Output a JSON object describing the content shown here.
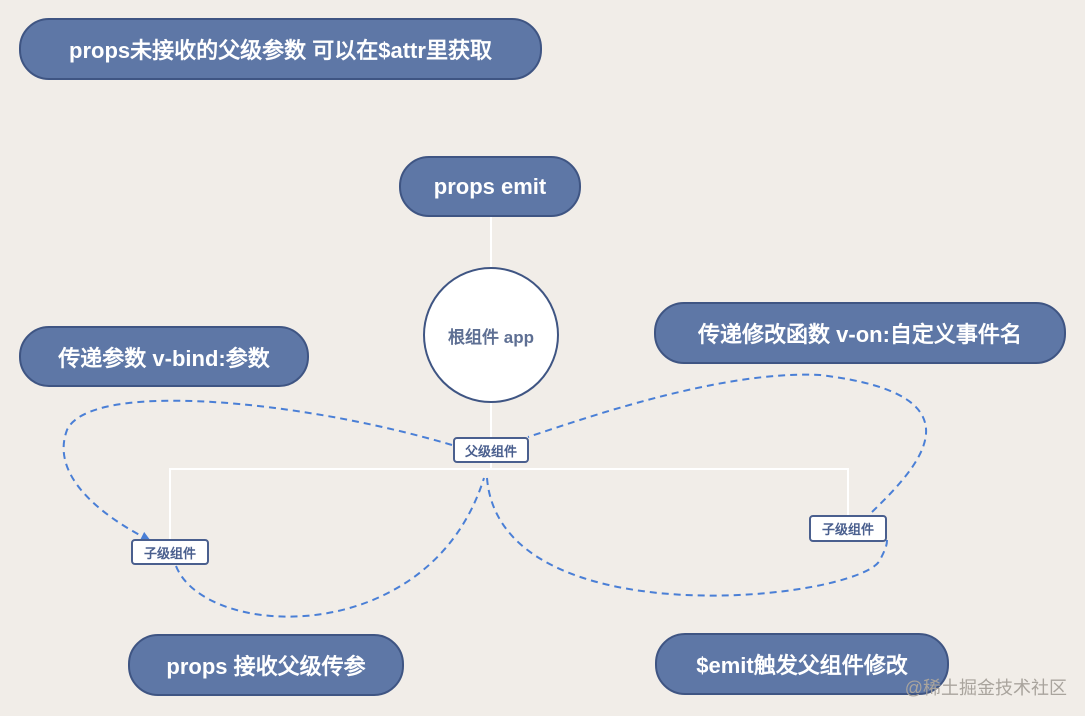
{
  "nodes": {
    "note_attr": "props未接收的父级参数 可以在$attr里获取",
    "props_emit": "props emit",
    "root": "根组件 app",
    "pass_params": "传递参数 v-bind:参数",
    "pass_handler": "传递修改函数 v-on:自定义事件名",
    "parent": "父级组件",
    "child_left": "子级组件",
    "child_right": "子级组件",
    "props_receive": "props 接收父级传参",
    "emit_trigger": "$emit触发父组件修改"
  },
  "watermark": "@稀土掘金技术社区",
  "colors": {
    "background": "#f1ede8",
    "pill_fill": "#5e77a6",
    "pill_border": "#3f5583",
    "connector": "#ffffff",
    "dashed_arrow": "#4a7fd6"
  }
}
